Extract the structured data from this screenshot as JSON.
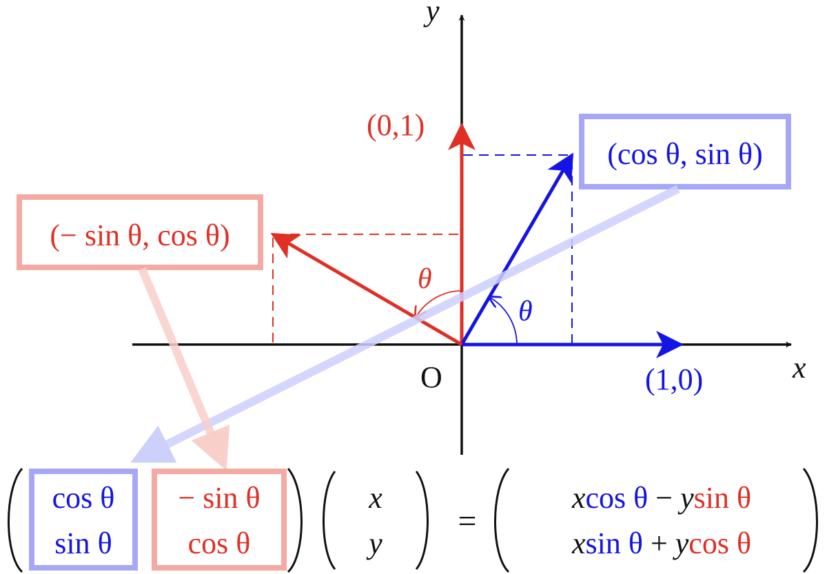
{
  "colors": {
    "red": "#e03025",
    "blue": "#1414e6",
    "red_box": "#f4aaa3",
    "blue_box": "#a7a7f7",
    "red_arrow": "#f9cfca",
    "blue_arrow": "#cdd0fb",
    "axis": "#111111"
  },
  "axes": {
    "x_label": "x",
    "y_label": "y",
    "origin_label": "O"
  },
  "vectors": {
    "e1_label": "(1,0)",
    "e2_label": "(0,1)",
    "rot_e1_label": "(cos θ, sin θ)",
    "rot_e2_label": "(− sin θ, cos θ)"
  },
  "angles": {
    "blue_theta": "θ",
    "red_theta": "θ"
  },
  "equation": {
    "m11": "cos θ",
    "m21": "sin θ",
    "m12": "− sin θ",
    "m22": "cos θ",
    "v1": "x",
    "v2": "y",
    "equals": "=",
    "r1_a": "x",
    "r1_b": "cos θ",
    "r1_op": " − ",
    "r1_c": "y",
    "r1_d": "sin θ",
    "r2_a": "x",
    "r2_b": "sin θ",
    "r2_op": " + ",
    "r2_c": "y",
    "r2_d": "cos θ"
  }
}
